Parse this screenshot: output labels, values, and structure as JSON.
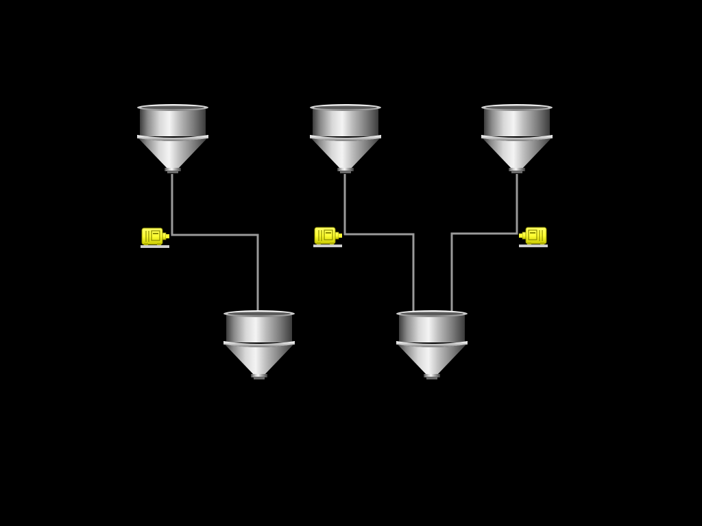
{
  "screen": {
    "background_color": "#000000",
    "pipe_color": "#9a9a9a",
    "motor_color": "#ffff33",
    "steel_highlight": "#f4f4f4",
    "steel_shadow": "#3c3c3c"
  },
  "hoppers": [
    {
      "id": "hopper-top-left",
      "icon": "stainless-hopper-icon"
    },
    {
      "id": "hopper-top-center",
      "icon": "stainless-hopper-icon"
    },
    {
      "id": "hopper-top-right",
      "icon": "stainless-hopper-icon"
    },
    {
      "id": "hopper-bottom-left",
      "icon": "stainless-hopper-icon"
    },
    {
      "id": "hopper-bottom-right",
      "icon": "stainless-hopper-icon"
    }
  ],
  "motors": [
    {
      "id": "motor-left",
      "icon": "electric-motor-icon",
      "facing": "right"
    },
    {
      "id": "motor-center",
      "icon": "electric-motor-icon",
      "facing": "right"
    },
    {
      "id": "motor-right",
      "icon": "electric-motor-icon",
      "facing": "left"
    }
  ],
  "pipes": [
    {
      "id": "pipe-top-left-to-bottom-left"
    },
    {
      "id": "pipe-top-center-to-bottom-right"
    },
    {
      "id": "pipe-top-right-to-bottom-right"
    }
  ]
}
